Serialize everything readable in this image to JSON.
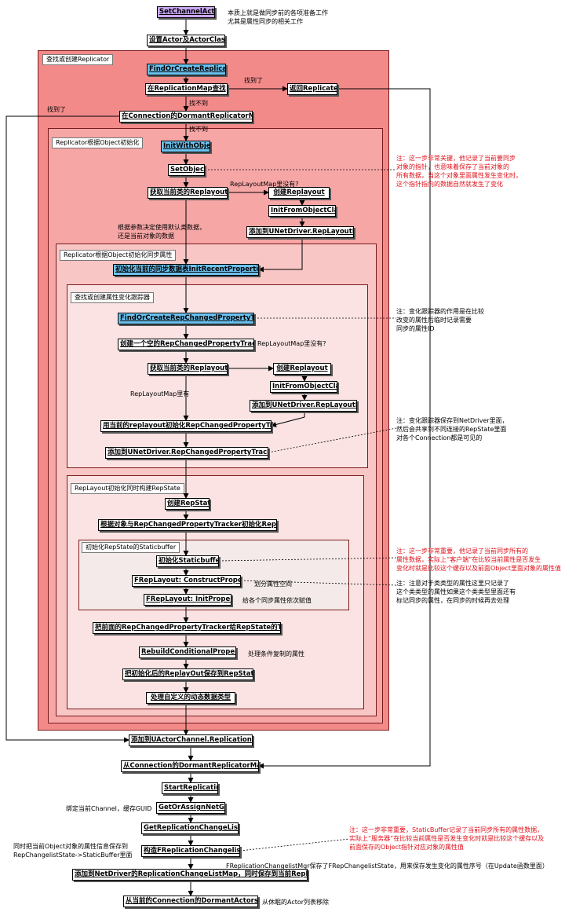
{
  "nodes": {
    "set_channel_actor": "SetChannelActor",
    "set_actor": "设置Actor及ActorClass",
    "find_or_create_replicator": "FindOrCreateReplicator",
    "find_in_replication_map": "在ReplicationMap查找",
    "return_replicater": "返回Replicater",
    "find_in_dormant_map": "在Connection的DormantReplicatorMap找",
    "init_with_object": "InitWithObject",
    "set_object": "SetObject",
    "get_replayout_1": "获取当前类的Replayout",
    "create_replayout_1": "创建Replayout",
    "init_from_object_class_1": "InitFromObjectClass",
    "add_to_replayout_map_1": "添加到UNetDriver.RepLayoutMap",
    "init_recent_properties": "初始化当前的同步数据表InitRecentProperties",
    "find_or_create_tracker": "FindOrCreateRepChangedPropertyTracker",
    "create_empty_tracker": "创建一个空的RepChangedPropertyTracker",
    "get_replayout_2": "获取当前类的Replayout",
    "create_replayout_2": "创建Replayout",
    "init_from_object_class_2": "InitFromObjectClass",
    "add_to_replayout_map_2": "添加到UNetDriver.RepLayoutMap",
    "init_tracker": "用当前的replayout初始化RepChangedPropertyTracker",
    "add_to_tracker_map": "添加到UNetDriver.RepChangedPropertyTrackerMap",
    "create_repstate": "创建RepState",
    "init_repstate": "根据对象与RepChangedPropertyTracker初始化RepState",
    "init_staticbuffer": "初始化Staticbuffer",
    "construct_properties": "FRepLayout: ConstructProperties",
    "init_properties": "FRepLayout: InitProperties",
    "tracker_to_repstate": "把前面的RepChangedPropertyTracker给RepState的Tracker",
    "rebuild_conditional": "RebuildConditionalProperties",
    "save_replayout": "把初始化后的ReplayOut保存到RepState里",
    "custom_delta": "处理自定义的动态数据类型",
    "add_to_replication_map": "添加到UActorChannel.ReplicationMap",
    "remove_from_dormant_map": "从Connection的DormantReplicatorMap移除",
    "start_replicating": "StartReplicating",
    "get_or_assign_guid": "GetOrAssignNetGUID",
    "get_changelist_mgr": "GetReplicationChangeListMgr",
    "construct_changelist_mgr": "构造FReplicationChangelistMgr",
    "add_to_changelist_map": "添加到NetDriver的ReplicationChangeListMap，同时保存到当前Replicator里",
    "remove_from_dormant_actors": "从当前的Connection的DormantActors移除"
  },
  "groups": {
    "find_create_replicator": "查找或创建Replicator",
    "init_by_object": "Replicator根据Object初始化",
    "init_sync_props": "Replicator根据Object初始化同步属性",
    "tracker_group": "查找或创建属性变化跟踪器",
    "repstate_group": "RepLayout初始化同时构建RepState",
    "staticbuffer_group": "初始化RepState的Staticbuffer"
  },
  "labels": {
    "top_note_1": "本质上就是做同步前的各项准备工作",
    "top_note_2": "尤其是属性同步的相关工作",
    "found_1": "找到了",
    "not_found_1": "找不到",
    "found_2": "找到了",
    "not_found_2": "找不到",
    "replayout_missing_1": "RepLayoutMap里没有?",
    "default_data_1": "根据参数决定使用默认类数据，",
    "default_data_2": "还是当前对象的数据",
    "replayout_missing_2": "RepLayoutMap里没有?",
    "replayout_exists": "RepLayoutMap里有",
    "alloc_space": "划分属性空间",
    "default_values": "给各个同步属性依次赋值",
    "conditional_copy": "处理条件复制的属性",
    "bind_guid": "绑定当前Channel，缓存GUID",
    "save_to_buffer_1": "同时把当前Object对象的属性信息保存到",
    "save_to_buffer_2": "RepChangelistState->StaticBuffer里面",
    "changelist_state_note": "FReplicationChangelistMgr保存了FRepChangelistState，用来保存发生变化的属性序号（在Update函数里面）",
    "remove_dormant_note": "从休眠的Actor列表移除"
  },
  "notes": {
    "set_object_note": [
      "注：这一步非常关键，他记录了当前要同步",
      "对象的指针，也意味着保存了当前对象的",
      "所有数据，当这个对象里面属性发生变化时，",
      "这个指针指向的数据自然就发生了变化"
    ],
    "tracker_note": [
      "注：变化跟踪器的作用是在比较",
      "改变的属性后临时记录需要",
      "同步的属性ID"
    ],
    "tracker_map_note": [
      "注：变化跟踪器保存到NetDriver里面，",
      "然后会共享到不同连接的RepState里面",
      "对各个Connection都是可见的"
    ],
    "staticbuffer_note": [
      "注：这一步非常重要，他记录了当前同步所有的",
      "属性数据，实际上“客户端”在比较当前属性是否发生",
      "变化时就是比较这个缓存以及前面Object里面对象的属性值"
    ],
    "construct_note": [
      "注：注意对于类类型的属性这里只记录了",
      "这个类类型的属性如果这个类类型里面还有",
      "标记同步的属性，在同步的时候再去处理"
    ],
    "changelist_note": [
      "注：这一步非常重要，StaticBuffer记录了当前同步所有的属性数据，",
      "实际上“服务器”在比较当前属性是否发生变化时就是比较这个缓存以及",
      "前面保存的Object指针对应对象的属性值"
    ]
  },
  "colors": {
    "frame_outer": "#f38a8a",
    "frame_2": "#f7a6a6",
    "frame_3": "#f9c6c6",
    "frame_4": "#fbe3e3",
    "frame_5": "#f4eaea",
    "blue_node": "#6cc3f0",
    "purple_node": "#c9a7f1",
    "note_red": "#e0101a"
  }
}
